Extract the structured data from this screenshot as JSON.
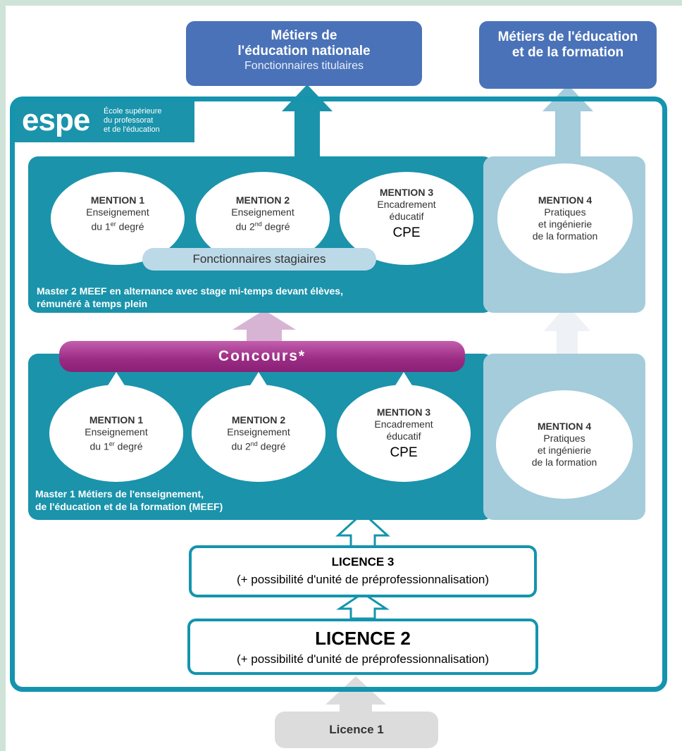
{
  "colors": {
    "teal": "#1a93ab",
    "teal_border": "#1494ae",
    "light_blue_panel": "#a4ccdb",
    "top_box_blue": "#4a72b8",
    "purple": "#9a2b83",
    "grey": "#dcdcdc"
  },
  "top": {
    "left_title_1": "Métiers de",
    "left_title_2": "l'éducation nationale",
    "left_subtitle": "Fonctionnaires titulaires",
    "right_title_1": "Métiers de l'éducation",
    "right_title_2": "et de la formation"
  },
  "logo": {
    "mark": "espe",
    "line1": "École supérieure",
    "line2": "du professorat",
    "line3": "et de l'éducation"
  },
  "m2": {
    "mentions": [
      {
        "title": "MENTION 1",
        "line1": "Enseignement",
        "line2a": "du 1",
        "sup": "er",
        "line2b": " degré"
      },
      {
        "title": "MENTION 2",
        "line1": "Enseignement",
        "line2a": "du 2",
        "sup": "nd",
        "line2b": " degré"
      },
      {
        "title": "MENTION 3",
        "line1": "Encadrement",
        "line2": "éducatif",
        "cpe": "CPE"
      }
    ],
    "mention4": {
      "title": "MENTION 4",
      "line1": "Pratiques",
      "line2": "et ingénierie",
      "line3": "de la formation"
    },
    "pill": "Fonctionnaires stagiaires",
    "caption1": "Master 2 MEEF en alternance avec stage mi-temps devant élèves,",
    "caption2": "rémunéré à temps plein"
  },
  "concours": "Concours*",
  "m1": {
    "mentions": [
      {
        "title": "MENTION 1",
        "line1": "Enseignement",
        "line2a": "du 1",
        "sup": "er",
        "line2b": " degré"
      },
      {
        "title": "MENTION 2",
        "line1": "Enseignement",
        "line2a": "du 2",
        "sup": "nd",
        "line2b": " degré"
      },
      {
        "title": "MENTION 3",
        "line1": "Encadrement",
        "line2": "éducatif",
        "cpe": "CPE"
      }
    ],
    "mention4": {
      "title": "MENTION 4",
      "line1": "Pratiques",
      "line2": "et ingénierie",
      "line3": "de la formation"
    },
    "caption1": "Master 1 Métiers de l'enseignement,",
    "caption2": "de l'éducation et de  la formation (MEEF)"
  },
  "licence3": {
    "title": "LICENCE 3",
    "sub": "(+ possibilité d'unité de préprofessionnalisation)"
  },
  "licence2": {
    "title": "LICENCE 2",
    "sub": "(+ possibilité d'unité de préprofessionnalisation)"
  },
  "licence1": "Licence 1"
}
